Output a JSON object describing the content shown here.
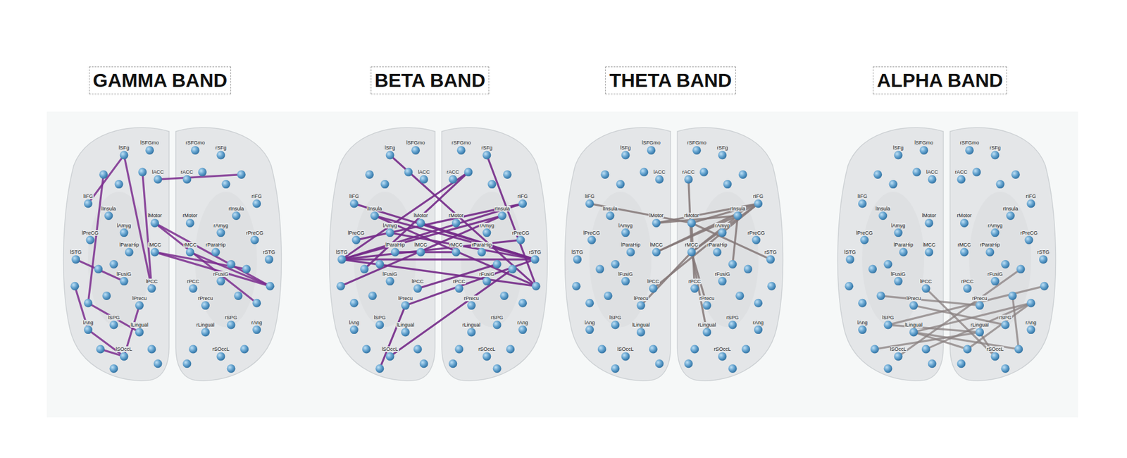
{
  "diagram": {
    "nodes": [
      {
        "text": [
          "GAMMA BAND"
        ]
      },
      {
        "text": [
          "BETA BAND"
        ]
      },
      {
        "text": [
          "THETA BAND"
        ]
      },
      {
        "text": [
          "ALPHA BAND"
        ]
      }
    ],
    "labels": [
      "lSFGmo",
      "lSFg",
      "lACC",
      "lIFG",
      "lInsula",
      "lMotor",
      "lAmyg",
      "lPreCG",
      "lMCC",
      "lParaHip",
      "lSTG",
      "lFusiG",
      "lPCC",
      "lPrecu",
      "lAng",
      "lSPG",
      "lLingual",
      "lSOccL",
      "rSFGmo",
      "rSFg",
      "rACC",
      "rIFG",
      "rInsula",
      "rMotor",
      "rAmyg",
      "rPreCG",
      "rMCC",
      "rParaHip",
      "rSTG",
      "rFusiG",
      "rPCC",
      "rPrecu",
      "rAng",
      "rSPG",
      "rLingual",
      "rSOccL",
      "lSFGmo",
      "lSFg",
      "lACC",
      "lIFG",
      "lInsula",
      "lMotor",
      "lAmyg",
      "lPreCG",
      "lMCC",
      "lParaHip",
      "lSTG",
      "lFusiG",
      "lPCC",
      "lPrecu",
      "lAng",
      "lSPG",
      "lLingual",
      "lSOccL",
      "rSFGmo",
      "rSFg",
      "rACC",
      "rIFG",
      "rInsula",
      "rMotor",
      "rAmyg",
      "rPreCG",
      "rMCC",
      "rParaHip",
      "rSTG",
      "rFusiG",
      "rPCC",
      "rPrecu",
      "rAng",
      "rSPG",
      "rLingual",
      "rSOccL",
      "lSFGmo",
      "lSFg",
      "lACC",
      "lIFG",
      "lInsula",
      "lMotor",
      "lAmyg",
      "lPreCG",
      "lMCC",
      "lParaHip",
      "lSTG",
      "lFusiG",
      "lPCC",
      "lPrecu",
      "lAng",
      "lSPG",
      "lLingual",
      "lSOccL",
      "rSFGmo",
      "rSFg",
      "rACC",
      "rIFG",
      "rInsula",
      "rMotor",
      "rAmyg",
      "rPreCG",
      "rMCC",
      "rParaHip",
      "rSTG",
      "rFusiG",
      "rPCC",
      "rPrecu",
      "rAng",
      "rSPG",
      "rLingual",
      "rSOccL",
      "lSFGmo",
      "lSFg",
      "lACC",
      "lIFG",
      "lInsula",
      "lMotor",
      "lAmyg",
      "lPreCG",
      "lMCC",
      "lParaHip",
      "lSTG",
      "lFusiG",
      "lPCC",
      "lPrecu",
      "lAng",
      "lSPG",
      "lLingual",
      "lSOccL",
      "rSFGmo",
      "rSFg",
      "rACC",
      "rIFG",
      "rInsula",
      "rMotor",
      "rAmyg",
      "rPreCG",
      "rMCC",
      "rParaHip",
      "rSTG",
      "rFusiG",
      "rPCC",
      "rPrecu",
      "rAng",
      "rSPG",
      "rLingual",
      "rSOccL"
    ]
  }
}
